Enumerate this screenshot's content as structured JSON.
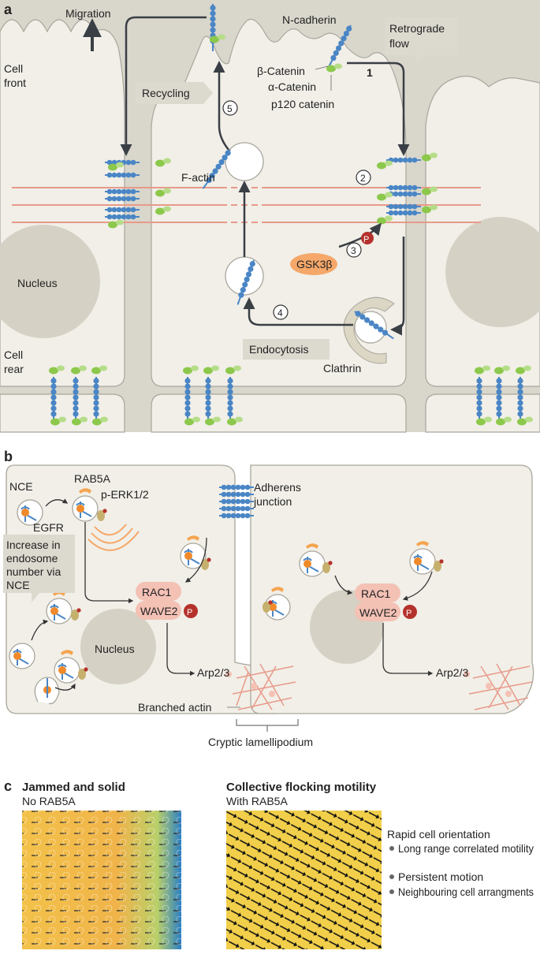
{
  "panel_a": {
    "letter": "a",
    "migration": "Migration",
    "n_cadherin": "N-cadherin",
    "beta_catenin": "β-Catenin",
    "alpha_catenin": "α-Catenin",
    "p120_catenin": "p120 catenin",
    "retrograde_flow": [
      "Retrograde",
      "flow"
    ],
    "cell_front": [
      "Cell",
      "front"
    ],
    "cell_rear": [
      "Cell",
      "rear"
    ],
    "recycling": "Recycling",
    "f_actin": "F-actin",
    "nucleus": "Nucleus",
    "gsk3b": "GSK3β",
    "phospho": "P",
    "endocytosis": "Endocytosis",
    "clathrin": "Clathrin",
    "steps": [
      "1",
      "2",
      "3",
      "4",
      "5"
    ]
  },
  "panel_b": {
    "letter": "b",
    "nce": "NCE",
    "egfr": "EGFR",
    "rab5a": "RAB5A",
    "p_erk": "p-ERK1/2",
    "adherens": [
      "Adherens",
      "junction"
    ],
    "increase_box": [
      "Increase in",
      "endosome",
      "number via",
      "NCE"
    ],
    "rac1": "RAC1",
    "wave2": "WAVE2",
    "phospho": "P",
    "nucleus": "Nucleus",
    "arp": "Arp2/3",
    "branched_actin": "Branched actin",
    "cryptic": "Cryptic lamellipodium"
  },
  "panel_c": {
    "letter": "c",
    "left_title": "Jammed and solid",
    "left_sub": "No RAB5A",
    "right_title": "Collective flocking motility",
    "right_sub": "With RAB5A",
    "list_title": "Rapid cell orientation",
    "bullets": [
      "Long range correlated motility",
      "Persistent motion",
      "Neighbouring cell arrangments"
    ]
  },
  "colors": {
    "cell_fill": "#f1efe8",
    "cell_stroke": "#a8a69c",
    "cadherin_blue": "#4a86c5",
    "catenin_green": "#8cc84b",
    "actin_pink": "#e89a8a",
    "label_box": "#dcd9cf",
    "gsk_orange": "#f5a86a",
    "phospho_red": "#b5322c",
    "rac_pink": "#f4c1b5",
    "nucleus_grey": "#d6d1c5",
    "arrow_dark": "#3a3f45"
  }
}
